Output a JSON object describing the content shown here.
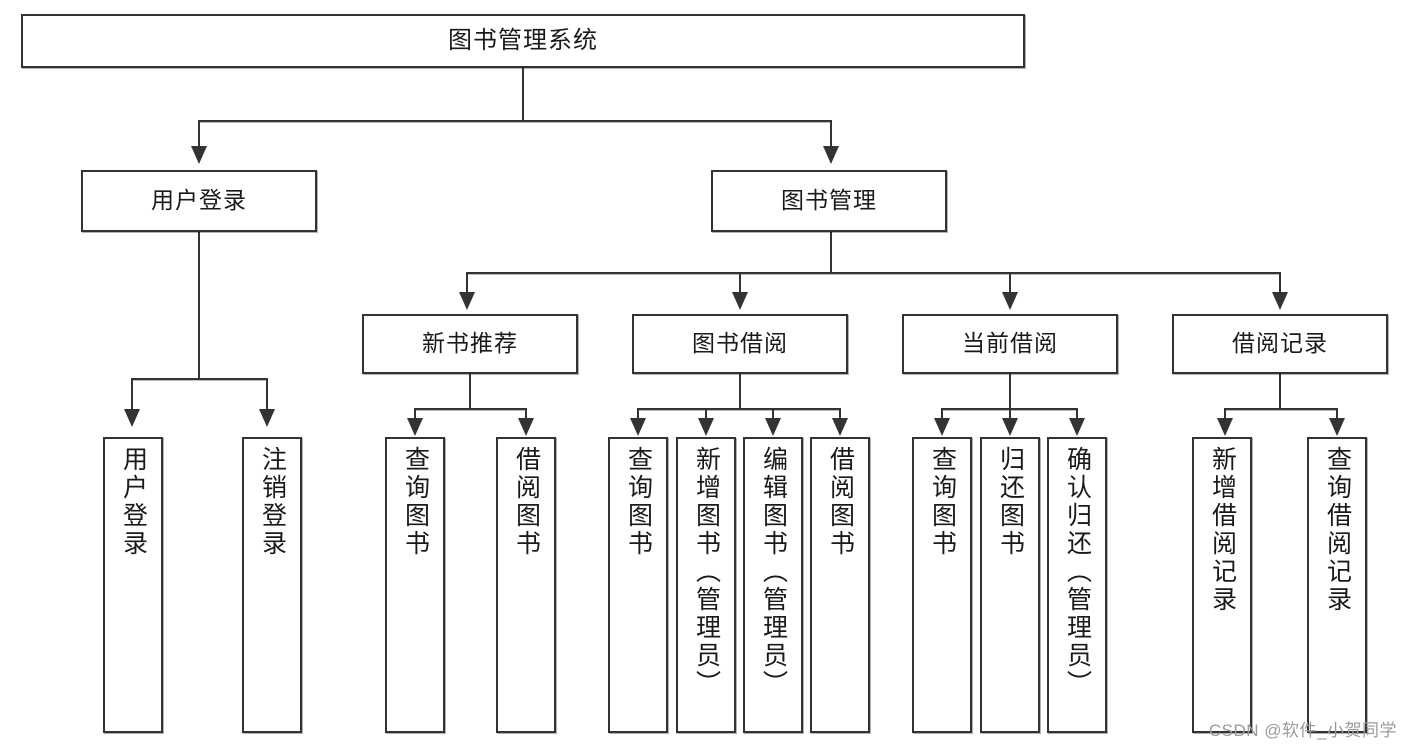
{
  "diagram": {
    "type": "tree-hierarchy",
    "title": "图书管理系统",
    "watermark": "CSDN @软件_小贺同学",
    "colors": {
      "box_border": "#333333",
      "box_fill": "#ffffff",
      "connector": "#333333",
      "text": "#1a1a1a",
      "watermark": "#9a9a9a",
      "background": "#ffffff"
    },
    "nodes": {
      "root": {
        "label": "图书管理系统"
      },
      "level2": [
        {
          "label": "用户登录"
        },
        {
          "label": "图书管理"
        }
      ],
      "level3": [
        {
          "label": "新书推荐"
        },
        {
          "label": "图书借阅"
        },
        {
          "label": "当前借阅"
        },
        {
          "label": "借阅记录"
        }
      ],
      "leaves": {
        "user_login": [
          {
            "label": "用户登录"
          },
          {
            "label": "注销登录"
          }
        ],
        "new_book_recommend": [
          {
            "label": "查询图书"
          },
          {
            "label": "借阅图书"
          }
        ],
        "book_borrow": [
          {
            "label": "查询图书"
          },
          {
            "label": "新增图书（管理员）"
          },
          {
            "label": "编辑图书（管理员）"
          },
          {
            "label": "借阅图书"
          }
        ],
        "current_borrow": [
          {
            "label": "查询图书"
          },
          {
            "label": "归还图书"
          },
          {
            "label": "确认归还（管理员）"
          }
        ],
        "borrow_record": [
          {
            "label": "新增借阅记录"
          },
          {
            "label": "查询借阅记录"
          }
        ]
      }
    }
  }
}
